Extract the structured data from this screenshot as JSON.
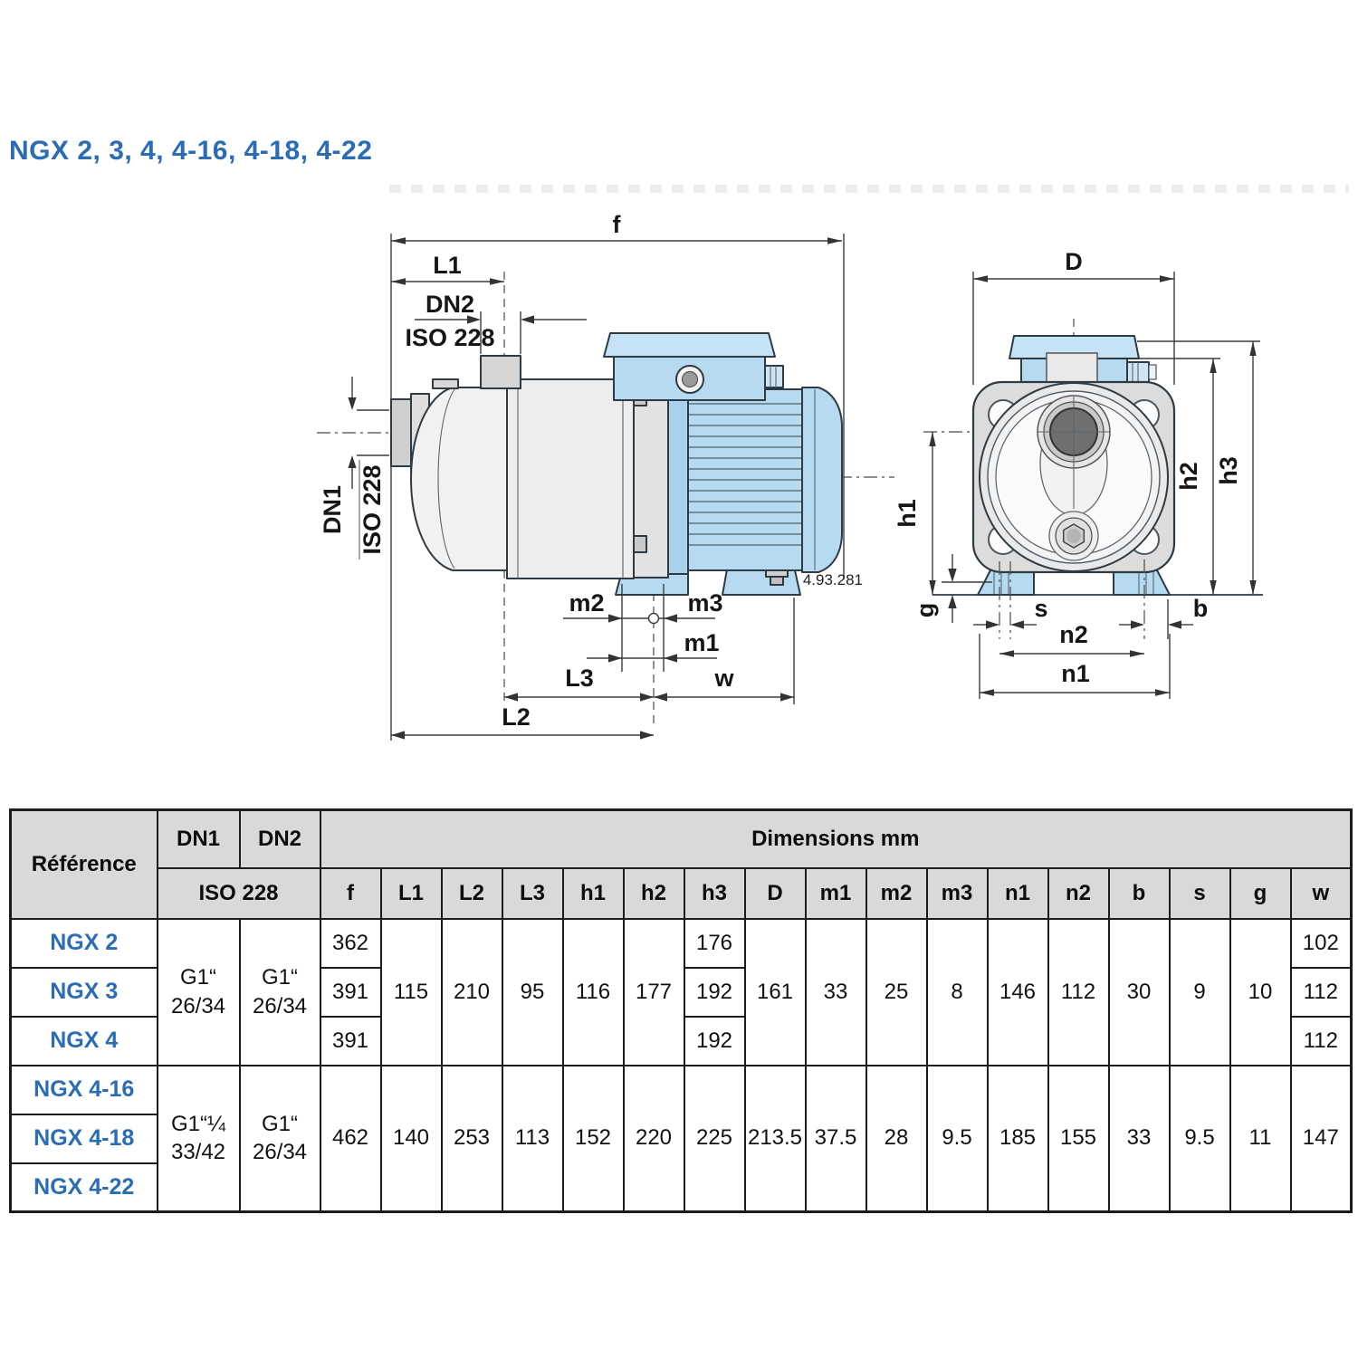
{
  "title": "NGX 2, 3, 4, 4-16, 4-18, 4-22",
  "colors": {
    "accent_blue": "#2a6db5",
    "motor_blue": "#b6daf0",
    "line_dark": "#2e3a44",
    "table_header_bg": "#d9d9d9"
  },
  "diagram": {
    "code": "4.93.281",
    "side": {
      "f": "f",
      "l1": "L1",
      "dn2": "DN2",
      "iso228_top": "ISO 228",
      "dn1": "DN1",
      "iso228_left": "ISO 228",
      "m2": "m2",
      "m3": "m3",
      "m1": "m1",
      "l3": "L3",
      "w": "w",
      "l2": "L2"
    },
    "front": {
      "d": "D",
      "h1": "h1",
      "h2": "h2",
      "h3": "h3",
      "g": "g",
      "s": "s",
      "b": "b",
      "n2": "n2",
      "n1": "n1"
    }
  },
  "table": {
    "header": {
      "reference": "Référence",
      "dn1": "DN1",
      "dn2": "DN2",
      "iso": "ISO 228",
      "dims": "Dimensions mm",
      "cols": [
        "f",
        "L1",
        "L2",
        "L3",
        "h1",
        "h2",
        "h3",
        "D",
        "m1",
        "m2",
        "m3",
        "n1",
        "n2",
        "b",
        "s",
        "g",
        "w"
      ]
    },
    "group1": {
      "dn1_l1": "G1“",
      "dn1_l2": "26/34",
      "dn2_l1": "G1“",
      "dn2_l2": "26/34",
      "rows": [
        {
          "ref": "NGX 2",
          "f": "362",
          "h3": "176",
          "w": "102"
        },
        {
          "ref": "NGX 3",
          "f": "391",
          "h3": "192",
          "w": "112"
        },
        {
          "ref": "NGX 4",
          "f": "391",
          "h3": "192",
          "w": "112"
        }
      ],
      "L1": "115",
      "L2": "210",
      "L3": "95",
      "h1": "116",
      "h2": "177",
      "D": "161",
      "m1": "33",
      "m2": "25",
      "m3": "8",
      "n1": "146",
      "n2": "112",
      "b": "30",
      "s": "9",
      "g": "10"
    },
    "group2": {
      "dn1_l1": "G1“¼",
      "dn1_l2": "33/42",
      "dn2_l1": "G1“",
      "dn2_l2": "26/34",
      "rows": [
        {
          "ref": "NGX 4-16"
        },
        {
          "ref": "NGX 4-18"
        },
        {
          "ref": "NGX 4-22"
        }
      ],
      "f": "462",
      "L1": "140",
      "L2": "253",
      "L3": "113",
      "h1": "152",
      "h2": "220",
      "h3": "225",
      "D": "213.5",
      "m1": "37.5",
      "m2": "28",
      "m3": "9.5",
      "n1": "185",
      "n2": "155",
      "b": "33",
      "s": "9.5",
      "g": "11",
      "w": "147"
    }
  }
}
